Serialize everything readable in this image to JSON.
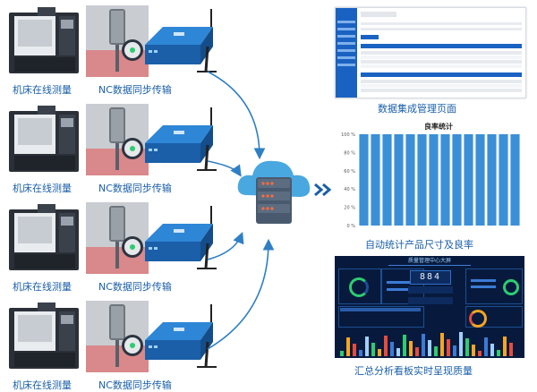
{
  "rows": [
    {
      "machine_label": "机床在线测量",
      "transfer_label": "NC数据同步传输"
    },
    {
      "machine_label": "机床在线测量",
      "transfer_label": "NC数据同步传输"
    },
    {
      "machine_label": "机床在线测量",
      "transfer_label": "NC数据同步传输"
    },
    {
      "machine_label": "机床在线测量",
      "transfer_label": "NC数据同步传输"
    }
  ],
  "panels": {
    "data_mgmt": {
      "caption": "数据集成管理页面"
    },
    "yield": {
      "caption": "自动统计产品尺寸及良率",
      "chart_title": "良率统计"
    },
    "dashboard": {
      "caption": "汇总分析看板实时呈现质量",
      "title": "质量管理中心大屏",
      "counter": "884"
    }
  },
  "chart_data": {
    "type": "bar",
    "title": "良率统计",
    "categories": [
      "",
      "",
      "",
      "",
      "",
      "",
      "",
      "",
      "",
      "",
      "",
      "",
      "",
      ""
    ],
    "values": [
      100,
      100,
      100,
      100,
      100,
      100,
      100,
      100,
      100,
      100,
      100,
      100,
      100,
      100
    ],
    "yticks": [
      "100 %",
      "80 %",
      "60 %",
      "40 %",
      "20 %",
      "0 %"
    ],
    "ylim": [
      0,
      100
    ],
    "color": "#3b8fd6"
  },
  "colors": {
    "accent": "#1a5fa8",
    "cloud": "#4aa8e0",
    "server": "#4a5a6e",
    "arrow": "#2f7fc5"
  }
}
